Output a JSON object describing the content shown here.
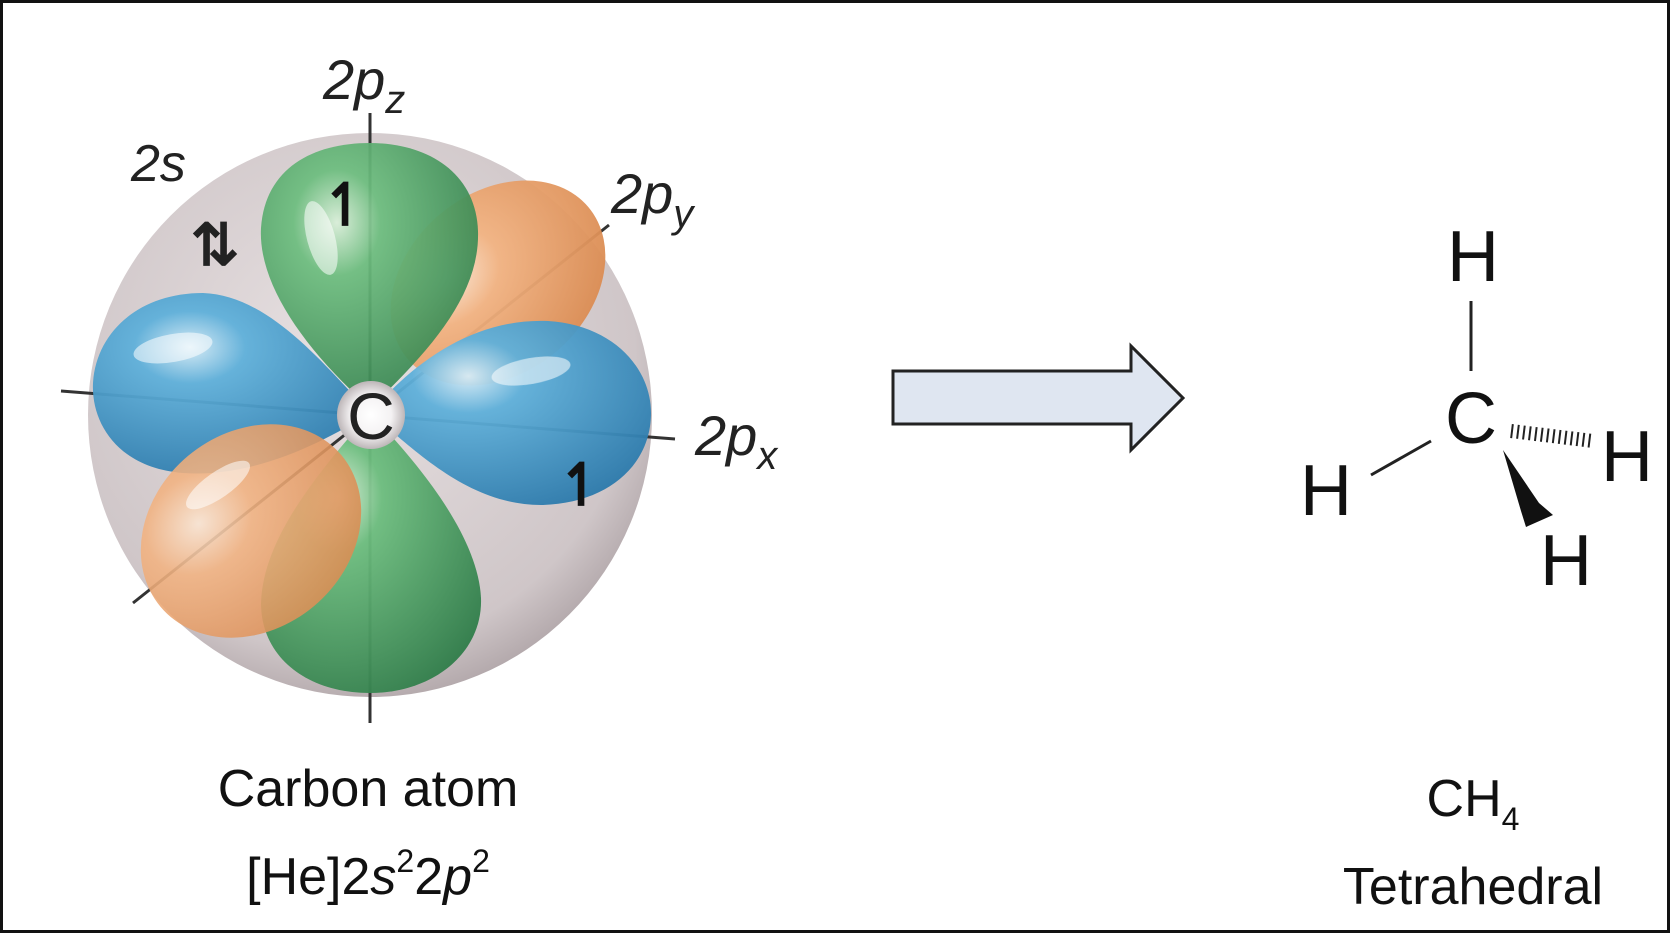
{
  "carbon_atom": {
    "orbital_labels": {
      "p_z": {
        "main": "2p",
        "sub": "z"
      },
      "p_y": {
        "main": "2p",
        "sub": "y"
      },
      "p_x": {
        "main": "2p",
        "sub": "x"
      },
      "s": "2s"
    },
    "nucleus_symbol": "C",
    "electron_arrows": {
      "s": "⇅",
      "p_z": "↿",
      "p_x": "↿"
    },
    "caption_title": "Carbon atom",
    "configuration": {
      "core": "[He]2",
      "s": "s",
      "s_exp": "2",
      "mid": "2",
      "p": "p",
      "p_exp": "2"
    }
  },
  "methane": {
    "central_atom": "C",
    "substituents": [
      "H",
      "H",
      "H",
      "H"
    ],
    "formula": {
      "main": "CH",
      "sub": "4"
    },
    "shape": "Tetrahedral"
  },
  "colors": {
    "p_z_lobe": "#3f9d5c",
    "p_x_lobe": "#3a93c9",
    "p_y_lobe": "#eea26b",
    "s_sphere": "#cfc6c8",
    "arrow_fill": "#dfe6f1"
  }
}
